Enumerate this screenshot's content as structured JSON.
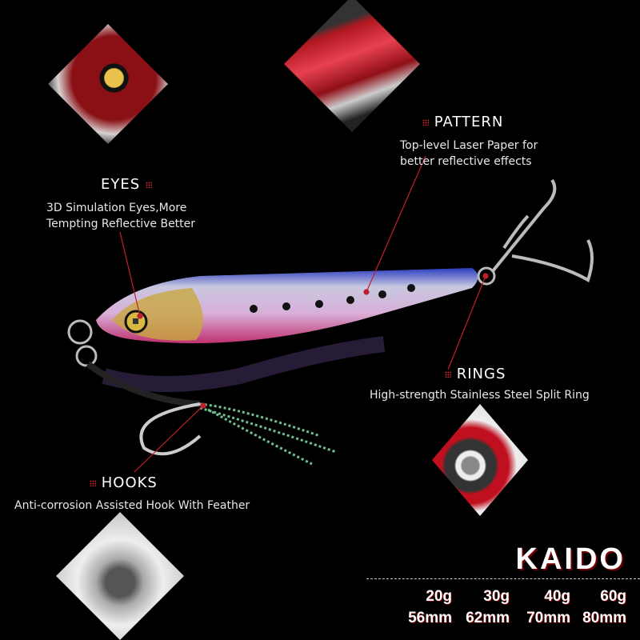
{
  "features": [
    {
      "title": "EYES",
      "desc": [
        "3D Simulation Eyes,More",
        "Tempting Reflective Better"
      ]
    },
    {
      "title": "PATTERN",
      "desc": [
        "Top-level Laser Paper for",
        "better reflective effects"
      ]
    },
    {
      "title": "RINGS",
      "desc": [
        "High-strength Stainless Steel Split Ring"
      ]
    },
    {
      "title": "HOOKS",
      "desc": [
        "Anti-corrosion Assisted Hook With Feather"
      ]
    }
  ],
  "brand": "KAIDO",
  "weights": [
    "20g",
    "30g",
    "40g",
    "60g"
  ],
  "lengths": [
    "56mm",
    "62mm",
    "70mm",
    "80mm"
  ],
  "colors": {
    "accent": "#c0202a",
    "background": "#000000"
  }
}
